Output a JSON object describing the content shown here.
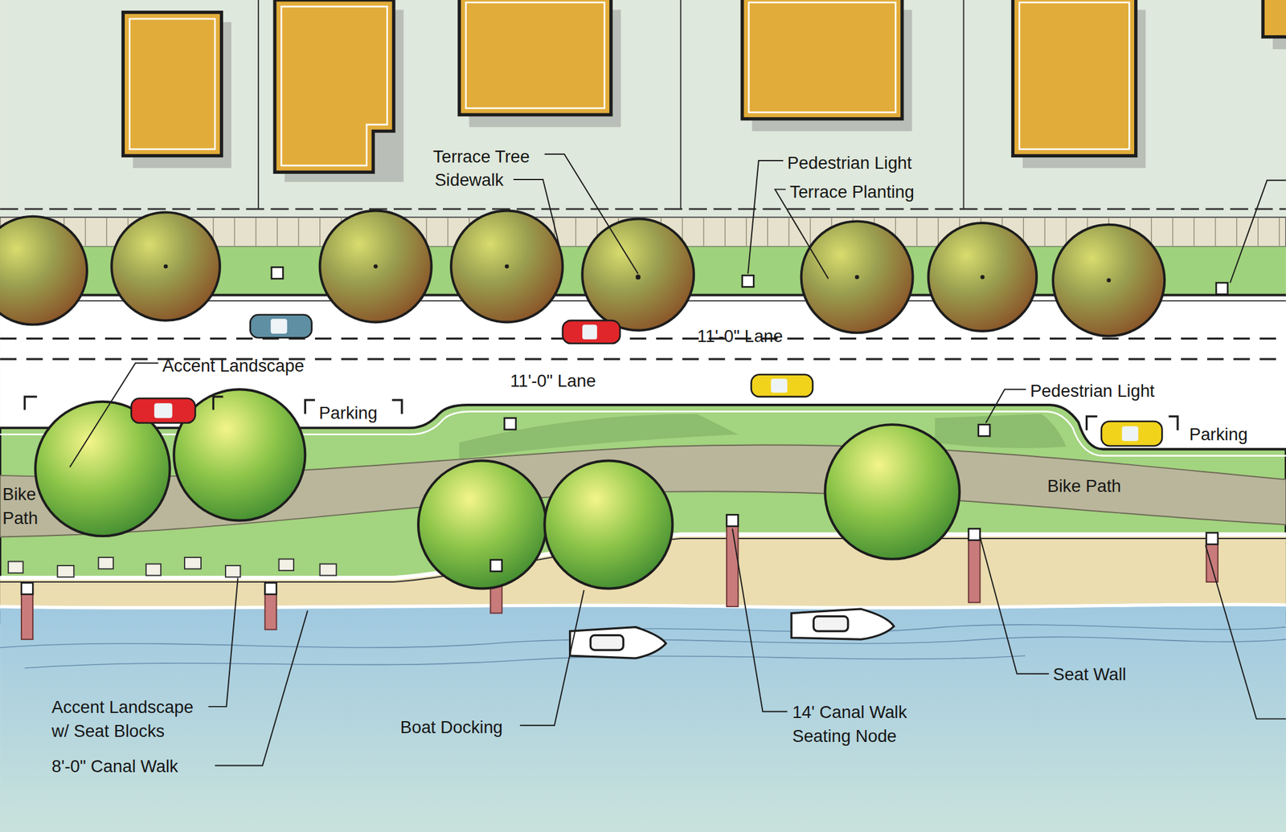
{
  "diagram": {
    "labels": [
      "Terrace Tree",
      "Sidewalk",
      "Pedestrian Light",
      "Terrace Planting",
      "11'-0\" Lane",
      "Accent Landscape",
      "11'-0\" Lane",
      "Parking",
      "Pedestrian Light",
      "Parking",
      "Bike Path",
      "Bike Path",
      "Seat Wall",
      "Accent Landscape w/ Seat Blocks",
      "Boat Docking",
      "8'-0\" Canal Walk",
      "14' Canal Walk Seating Node"
    ]
  }
}
